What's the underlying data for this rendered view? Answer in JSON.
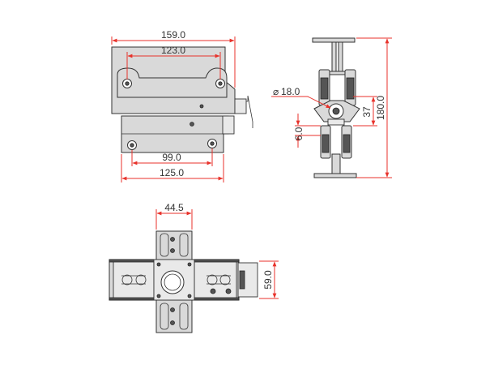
{
  "dimensions": {
    "top_width_outer": "159.0",
    "top_width_inner": "123.0",
    "bottom_width_inner": "99.0",
    "bottom_width_outer": "125.0",
    "side_diameter": "18.0",
    "diameter_symbol": "⌀",
    "side_height_total": "180.0",
    "side_height_mid": "37",
    "side_offset": "6.0",
    "bottom_width": "44.5",
    "bottom_height": "59.0"
  },
  "colors": {
    "dimension_line": "#e8322b",
    "part_fill": "#d9d9d9",
    "outline": "#333333"
  }
}
